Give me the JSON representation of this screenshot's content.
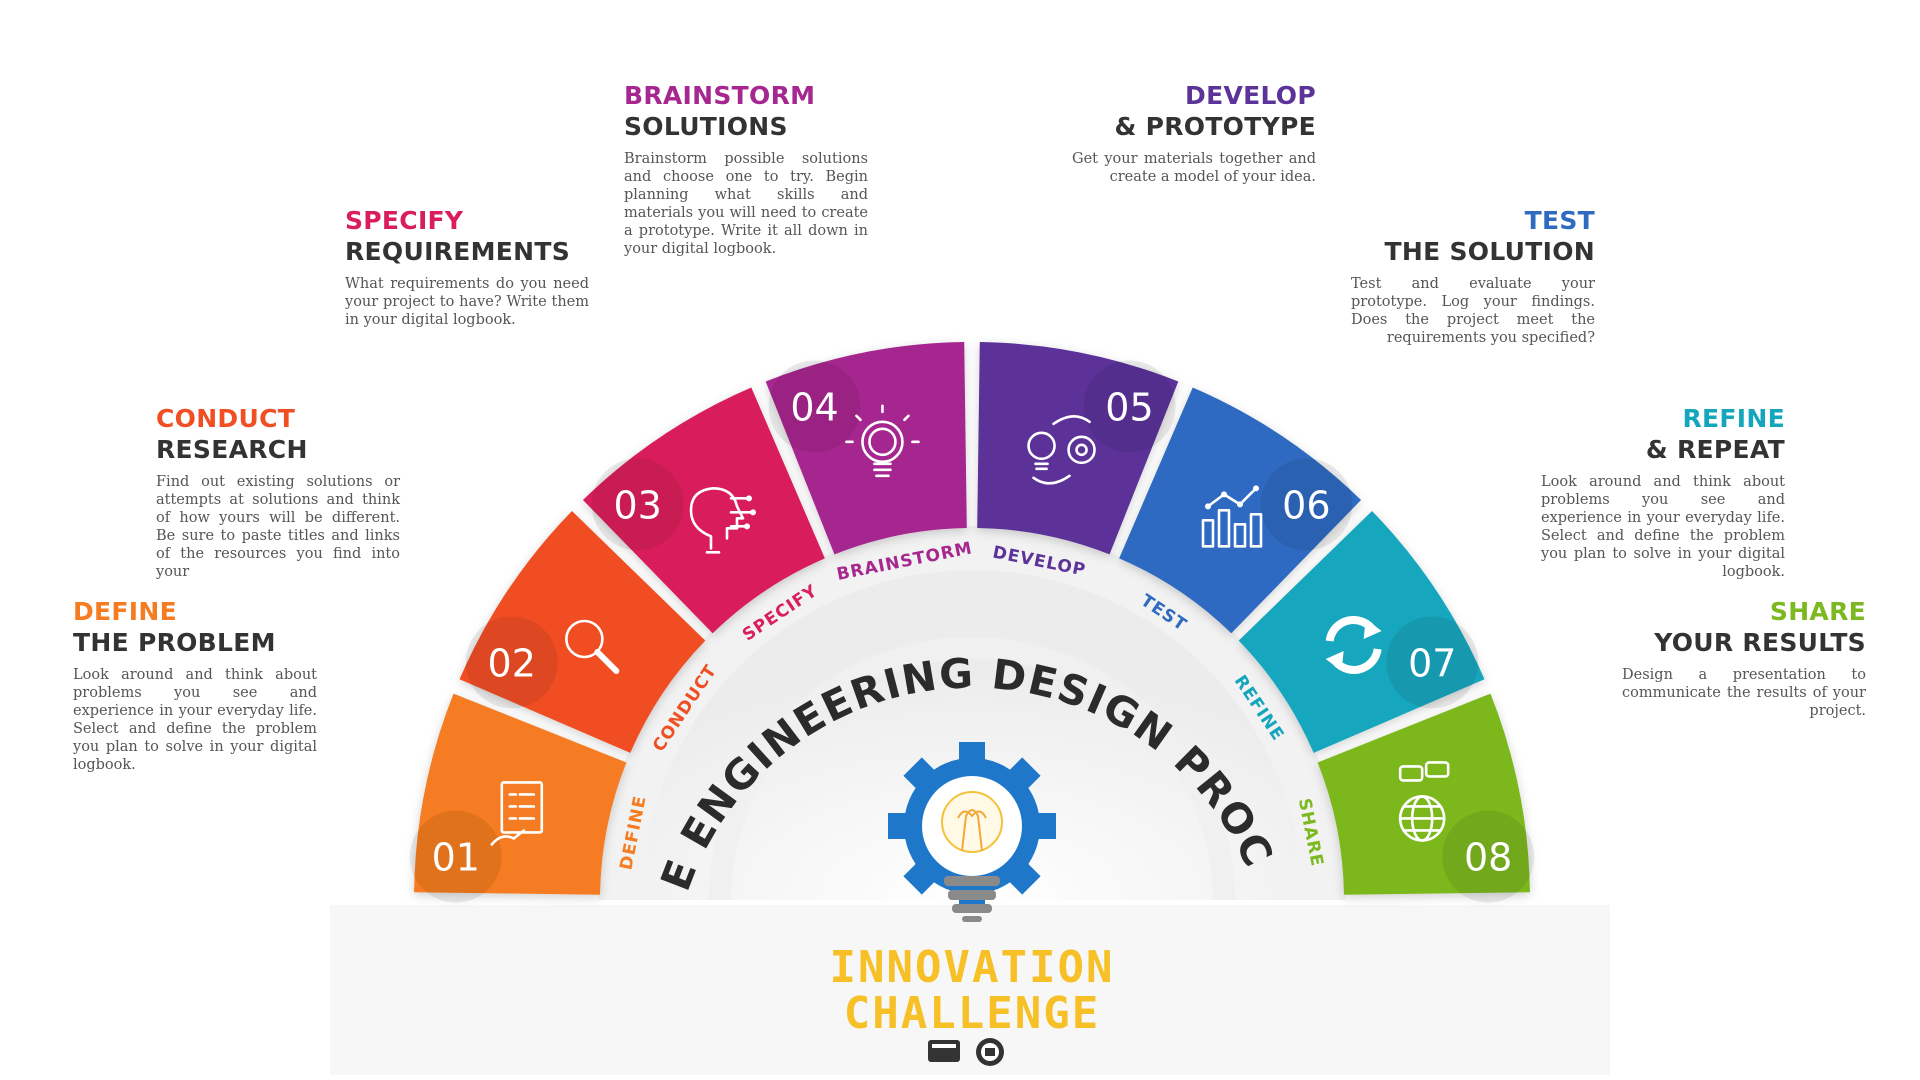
{
  "title": "THE ENGINEERING DESIGN PROCESS",
  "logo_text": [
    "INNOVATION",
    "CHALLENGE"
  ],
  "steps": [
    {
      "number": "01",
      "label": "DEFINE",
      "heading1": "DEFINE",
      "heading2": "THE PROBLEM",
      "color": "#f57c20",
      "icon": "checklist-hand-icon",
      "description": "Look around and think about problems you see and experience in your everyday life. Select and define the problem you plan to solve in your digital logbook."
    },
    {
      "number": "02",
      "label": "CONDUCT",
      "heading1": "CONDUCT",
      "heading2": "RESEARCH",
      "color": "#f04e23",
      "icon": "magnifier-icon",
      "description": "Find out existing solutions or attempts at solutions and think of how yours will be different. Be sure to paste titles and links of the resources you find into your"
    },
    {
      "number": "03",
      "label": "SPECIFY",
      "heading1": "SPECIFY",
      "heading2": "REQUIREMENTS",
      "color": "#d91e5b",
      "icon": "head-circuit-icon",
      "description": "What requirements do you need your project to have? Write them in your digital logbook."
    },
    {
      "number": "04",
      "label": "BRAINSTORM",
      "heading1": "BRAINSTORM",
      "heading2": "SOLUTIONS",
      "color": "#a6278f",
      "icon": "lightbulb-icon",
      "description": "Brainstorm possible solutions and choose one to try. Begin planning what skills and materials you will need to create a prototype. Write it all down in your digital logbook."
    },
    {
      "number": "05",
      "label": "DEVELOP",
      "heading1": "DEVELOP",
      "heading2": "& PROTOTYPE",
      "color": "#5b3399",
      "icon": "bulb-gear-icon",
      "description": "Get your materials together and create a model of your idea."
    },
    {
      "number": "06",
      "label": "TEST",
      "heading1": "TEST",
      "heading2": "THE SOLUTION",
      "color": "#2f6bc1",
      "icon": "bar-chart-icon",
      "description": "Test and evaluate your prototype. Log your findings. Does the project meet the requirements you specified?"
    },
    {
      "number": "07",
      "label": "REFINE",
      "heading1": "REFINE",
      "heading2": "& REPEAT",
      "color": "#14a6bd",
      "icon": "refresh-icon",
      "description": "Look around and think about problems you see and experience in your everyday life. Select and define the problem you plan to solve in your digital logbook."
    },
    {
      "number": "08",
      "label": "SHARE",
      "heading1": "SHARE",
      "heading2": "YOUR RESULTS",
      "color": "#7cb81f",
      "icon": "globe-chat-icon",
      "description": "Design a presentation to communicate the results of your project."
    }
  ]
}
